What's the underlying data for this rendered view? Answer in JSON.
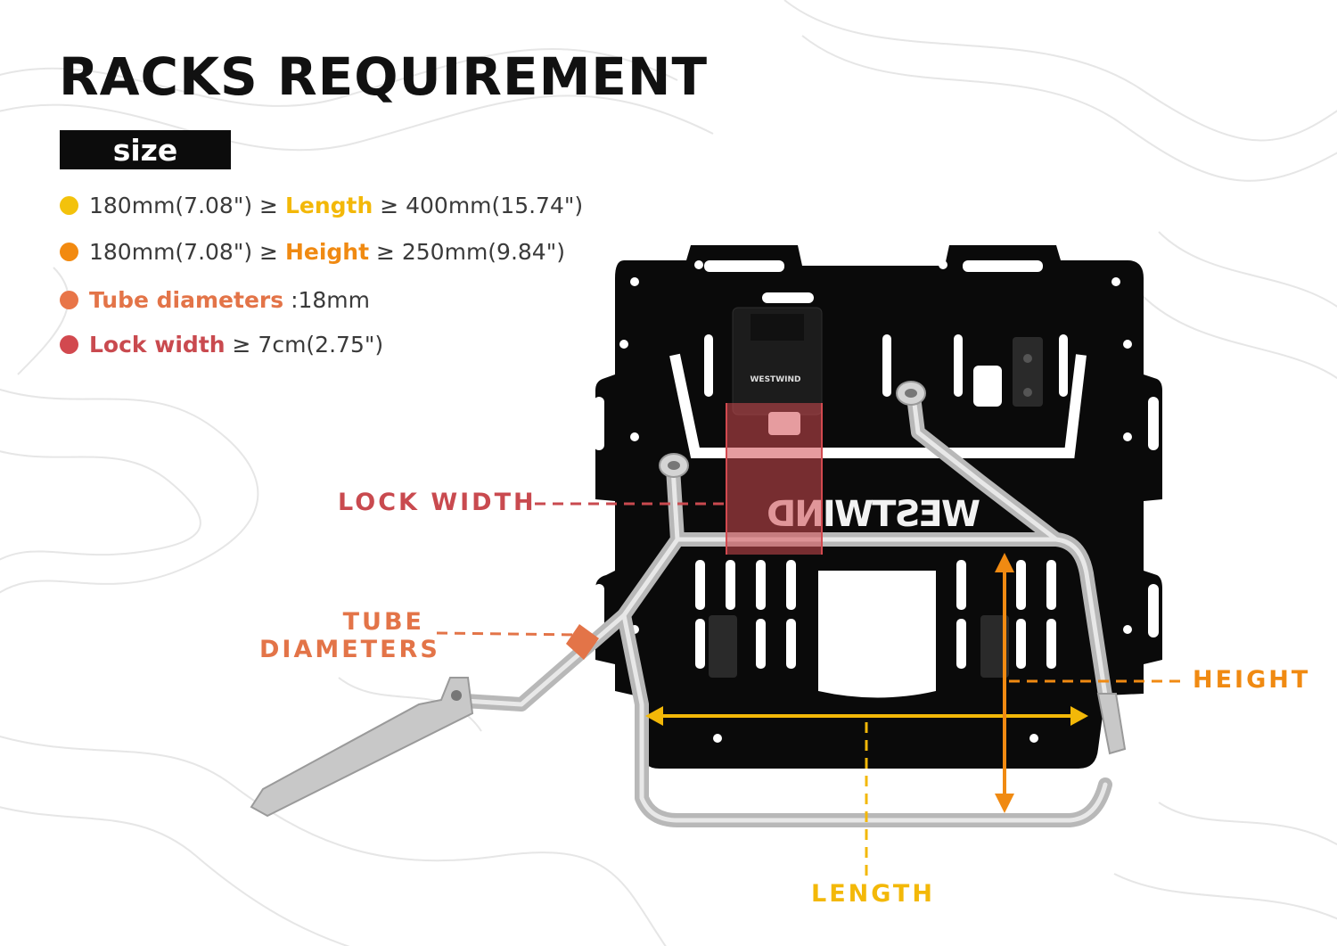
{
  "title": "RACKS REQUIREMENT",
  "size_tag": "size",
  "colors": {
    "length": "#f3b808",
    "height": "#f08a12",
    "tube": "#e37448",
    "lock": "#c94a4f"
  },
  "specs": {
    "length": {
      "min": "180mm(7.08\")",
      "op1": " ≥ ",
      "label": "Length",
      "op2": " ≥ ",
      "max": "400mm(15.74\")"
    },
    "height": {
      "min": "180mm(7.08\")",
      "op1": " ≥ ",
      "label": "Height",
      "op2": " ≥ ",
      "max": "250mm(9.84\")"
    },
    "tube": {
      "label": "Tube diameters",
      "value": " :18mm"
    },
    "lock": {
      "label": "Lock width",
      "op": " ≥ ",
      "value": "7cm(2.75\")"
    }
  },
  "callouts": {
    "lock_width": "LOCK WIDTH",
    "tube_line1": "TUBE",
    "tube_line2": "DIAMETERS",
    "height": "HEIGHT",
    "length": "LENGTH"
  },
  "plate": {
    "brand": "WESTWIND",
    "badge": "WESTWIND"
  }
}
